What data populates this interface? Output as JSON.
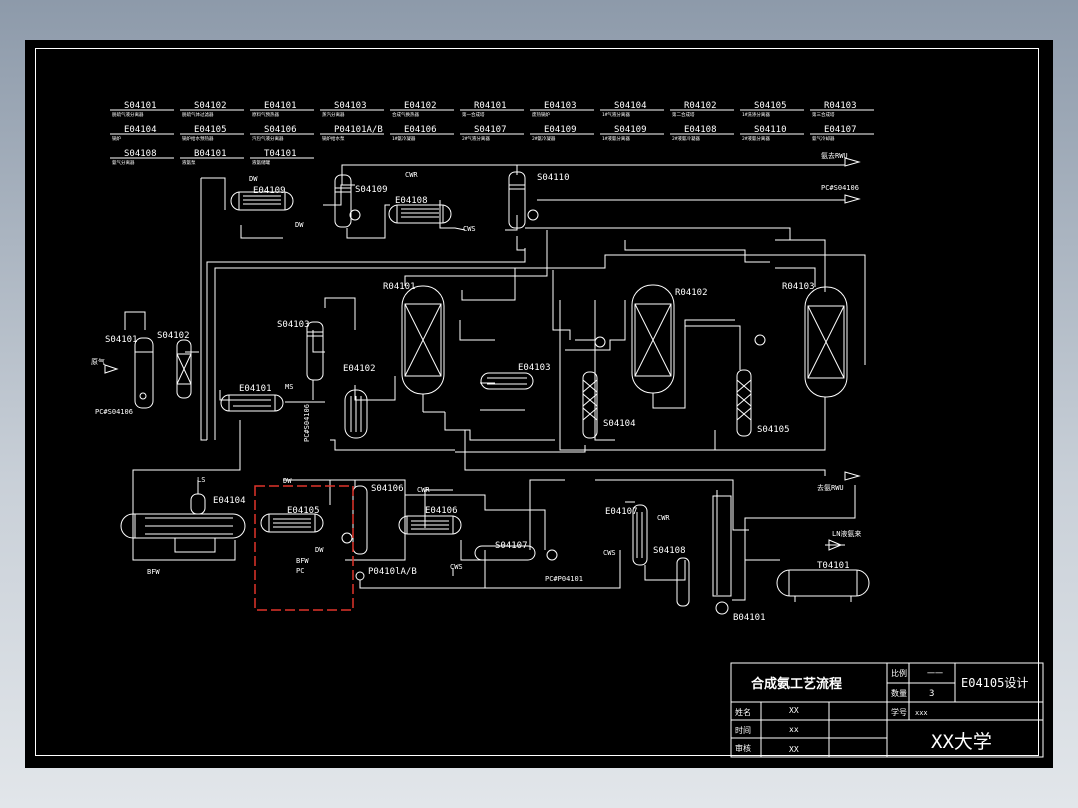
{
  "legend": [
    {
      "code": "S04101",
      "desc": "脱硫气液分离器"
    },
    {
      "code": "S04102",
      "desc": "脱硫气体过滤器"
    },
    {
      "code": "E04101",
      "desc": "原料气预热器"
    },
    {
      "code": "S04103",
      "desc": "蒸汽分离器"
    },
    {
      "code": "E04102",
      "desc": "合成气换热器"
    },
    {
      "code": "R04101",
      "desc": "第一合成塔"
    },
    {
      "code": "E04103",
      "desc": "废热锅炉"
    },
    {
      "code": "S04104",
      "desc": "1#气液分离器"
    },
    {
      "code": "R04102",
      "desc": "第二合成塔"
    },
    {
      "code": "S04105",
      "desc": "1#洗涤分离器"
    },
    {
      "code": "R04103",
      "desc": "第三合成塔"
    },
    {
      "code": "E04104",
      "desc": "锅炉"
    },
    {
      "code": "E04105",
      "desc": "锅炉给水预热器"
    },
    {
      "code": "S04106",
      "desc": "汽包气液分离器"
    },
    {
      "code": "P04101A/B",
      "desc": "锅炉给水泵"
    },
    {
      "code": "E04106",
      "desc": "1#氨冷凝器"
    },
    {
      "code": "S04107",
      "desc": "2#气液分离器"
    },
    {
      "code": "E04109",
      "desc": "2#氨冷凝器"
    },
    {
      "code": "S04109",
      "desc": "1#液氨分离器"
    },
    {
      "code": "E04108",
      "desc": "2#液氨冷凝器"
    },
    {
      "code": "S04110",
      "desc": "2#液氨分离器"
    },
    {
      "code": "E04107",
      "desc": "氨气冷却器"
    },
    {
      "code": "S04108",
      "desc": "氨气分离器"
    },
    {
      "code": "B04101",
      "desc": "液氨泵"
    },
    {
      "code": "T04101",
      "desc": "液氨储罐"
    }
  ],
  "equipment": {
    "E04109": "E04109",
    "S04109": "S04109",
    "E04108": "E04108",
    "S04110": "S04110",
    "R04101": "R04101",
    "R04102": "R04102",
    "R04103": "R04103",
    "S04101": "S04101",
    "S04102": "S04102",
    "S04103": "S04103",
    "E04102": "E04102",
    "E04103": "E04103",
    "E04101": "E04101",
    "S04104": "S04104",
    "S04105": "S04105",
    "E04104": "E04104",
    "E04105": "E04105",
    "S04106": "S04106",
    "E04106": "E04106",
    "S04107": "S04107",
    "P04101": "P0410lA/B",
    "E04107": "E04107",
    "S04108": "S04108",
    "B04101": "B04101",
    "T04101": "T04101"
  },
  "streams": {
    "dw": "DW",
    "cwr": "CWR",
    "cws": "CWS",
    "ms": "MS",
    "ls": "LS",
    "bfw": "BFW",
    "pc": "PC",
    "pc_s04106": "PC#S04106",
    "pc_p04101": "PC#P04101",
    "to_product": "去氨RWU",
    "to_ammonia": "氨去RWU",
    "ln": "LN液氨来",
    "feed": "原气",
    "s04106_side": "PC#S04106"
  },
  "title_block": {
    "drawing_name": "合成氨工艺流程",
    "scale_label": "比例",
    "scale_value": "一一",
    "qty_label": "数量",
    "qty_value": "3",
    "design_title": "E04105设计",
    "name_label": "姓名",
    "name_value": "XX",
    "id_label": "学号",
    "id_value": "xxx",
    "time_label": "时间",
    "time_value": "xx",
    "review_label": "审核",
    "review_value": "XX",
    "school": "XX大学"
  },
  "colors": {
    "background": "#000000",
    "line": "#ffffff",
    "highlight": "#e0342a"
  }
}
